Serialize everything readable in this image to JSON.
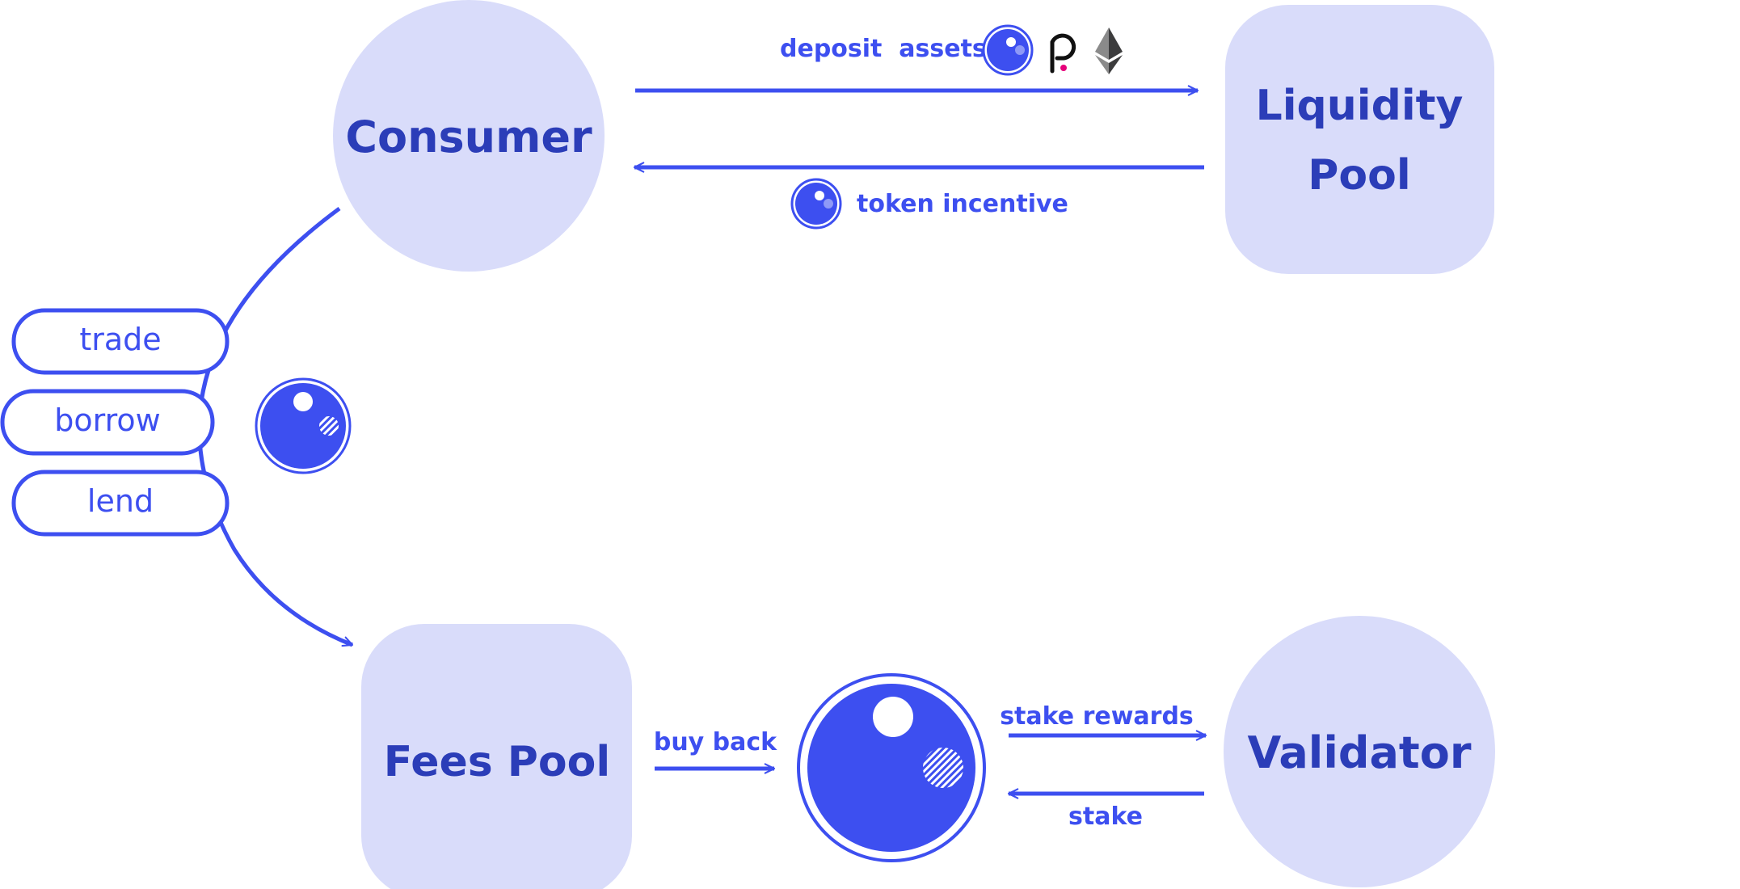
{
  "colors": {
    "node_fill": "#d9dcfa",
    "node_text": "#2b3db8",
    "accent": "#3d4ff0",
    "polkadot_pink": "#e6007a",
    "ethereum_gray": "#3c3c3d"
  },
  "nodes": {
    "consumer": "Consumer",
    "liquidity_pool_line1": "Liquidity",
    "liquidity_pool_line2": "Pool",
    "fees_pool": "Fees Pool",
    "validator": "Validator"
  },
  "edges": {
    "deposit_assets": "deposit  assets",
    "token_incentive": "token incentive",
    "buy_back": "buy back",
    "stake_rewards": "stake rewards",
    "stake": "stake"
  },
  "actions": [
    "trade",
    "borrow",
    "lend"
  ],
  "icons": {
    "token": "token-orb-icon",
    "polkadot": "polkadot-icon",
    "ethereum": "ethereum-icon"
  }
}
